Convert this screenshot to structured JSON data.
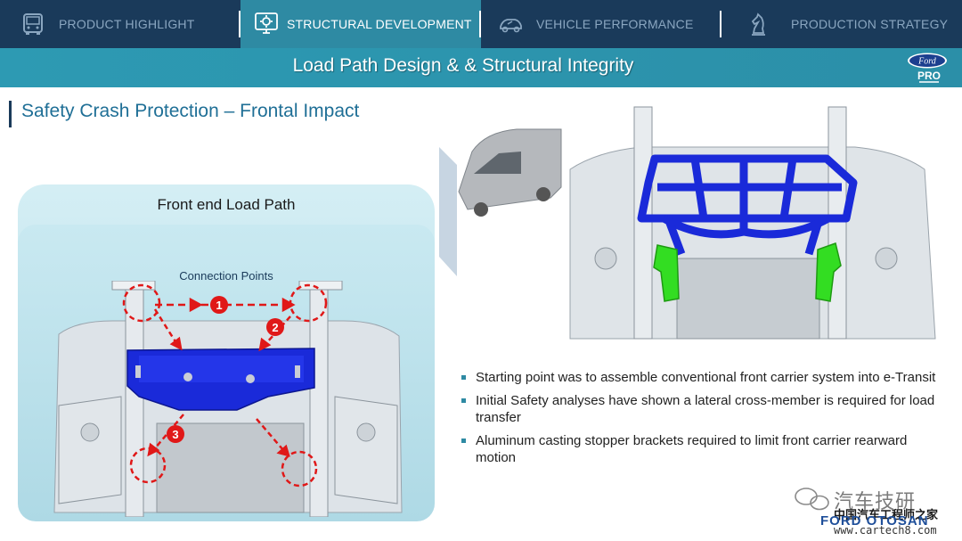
{
  "nav": {
    "tabs": [
      {
        "label": "PRODUCT HIGHLIGHT",
        "icon": "vehicle-front-icon"
      },
      {
        "label": "STRUCTURAL DEVELOPMENT",
        "icon": "gear-monitor-icon"
      },
      {
        "label": "VEHICLE PERFORMANCE",
        "icon": "car-speed-icon"
      },
      {
        "label": "PRODUCTION STRATEGY",
        "icon": "chess-knight-icon"
      }
    ],
    "active_tab": "STRUCTURAL DEVELOPMENT"
  },
  "header": {
    "title": "Load Path Design & & Structural Integrity",
    "logo_top": "Ford",
    "logo_bottom": "PRO"
  },
  "section": {
    "title": "Safety Crash Protection – Frontal Impact"
  },
  "left_panel": {
    "title": "Front end Load Path",
    "connection_label": "Connection Points",
    "markers": [
      "1",
      "2",
      "3"
    ]
  },
  "bullets": [
    "Starting point was to assemble conventional front carrier system into e-Transit",
    "Initial Safety analyses have shown a lateral cross-member is required for load transfer",
    "Aluminum casting stopper brackets required to limit front carrier rearward motion"
  ],
  "watermark": {
    "cn_title": "汽车技研",
    "cn_subtitle": "中国汽车工程师之家",
    "brand": "FORD OTOSAN",
    "url": "www.cartech8.com"
  },
  "colors": {
    "nav_bg": "#1a3a5a",
    "accent": "#2e8aa3",
    "section_title": "#1f6f96",
    "blue_part": "#1a2ad9",
    "green_bracket": "#33dd22",
    "marker_red": "#e01818"
  }
}
